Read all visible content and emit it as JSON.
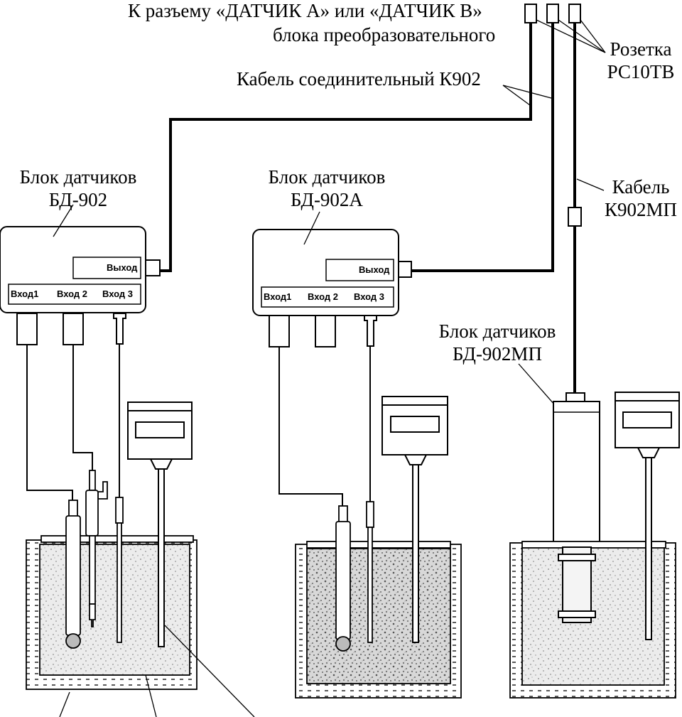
{
  "labels": {
    "connector_line1": "К разъему «ДАТЧИК А» или «ДАТЧИК В»",
    "connector_line2": "блока преобразовательного",
    "socket_line1": "Розетка",
    "socket_line2": "РС10ТВ",
    "cable_k902": "Кабель соединительный К902",
    "cable_mp_line1": "Кабель",
    "cable_mp_line2": "К902МП",
    "block1_line1": "Блок датчиков",
    "block1_line2": "БД-902",
    "block2_line1": "Блок датчиков",
    "block2_line2": "БД-902А",
    "block3_line1": "Блок датчиков",
    "block3_line2": "БД-902МП"
  },
  "ports": {
    "output": "Выход",
    "input1": "Вход1",
    "input2": "Вход 2",
    "input3": "Вход 3"
  }
}
